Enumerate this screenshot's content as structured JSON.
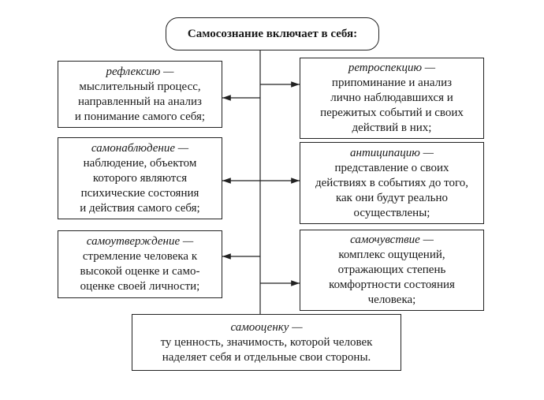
{
  "title": "Самосознание включает в себя:",
  "left_items": [
    {
      "term": "рефлексию —",
      "lines": [
        "мыслительный процесс,",
        "направленный на анализ",
        "и понимание самого себя;"
      ]
    },
    {
      "term": "самонаблюдение —",
      "lines": [
        "наблюдение, объектом",
        "которого являются",
        "психические состояния",
        "и действия самого себя;"
      ]
    },
    {
      "term": "самоутверждение —",
      "lines": [
        "стремление человека к",
        "высокой оценке и само-",
        "оценке своей личности;"
      ]
    }
  ],
  "right_items": [
    {
      "term": "ретроспекцию —",
      "lines": [
        "припоминание и анализ",
        "лично наблюдавшихся и",
        "пережитых событий и своих",
        "действий в них;"
      ]
    },
    {
      "term": "антиципацию —",
      "lines": [
        "представление о своих",
        "действиях в событиях до того,",
        "как они будут реально",
        "осуществлены;"
      ]
    },
    {
      "term": "самочувствие —",
      "lines": [
        "комплекс ощущений,",
        "отражающих степень",
        "комфортности состояния",
        "человека;"
      ]
    }
  ],
  "bottom_item": {
    "term": "самооценку —",
    "lines": [
      "ту ценность, значимость, которой человек",
      "наделяет себя и отдельные свои стороны."
    ]
  }
}
